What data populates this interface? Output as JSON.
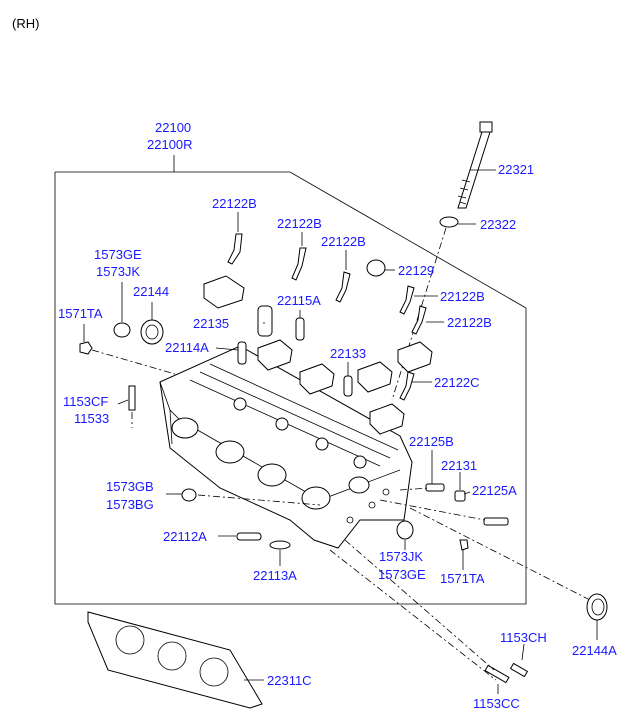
{
  "header": {
    "side": "(RH)"
  },
  "labels": {
    "p22100": "22100",
    "p22100R": "22100R",
    "p22321": "22321",
    "p22322": "22322",
    "p22122B_1": "22122B",
    "p22122B_2": "22122B",
    "p22122B_3": "22122B",
    "p22122B_4": "22122B",
    "p22122B_5": "22122B",
    "p22122C": "22122C",
    "p22129": "22129",
    "p1573GE": "1573GE",
    "p1573JK": "1573JK",
    "p22144": "22144",
    "p1571TA_left": "1571TA",
    "p22135": "22135",
    "p22115A": "22115A",
    "p22114A": "22114A",
    "p22133": "22133",
    "p1153CF": "1153CF",
    "p11533": "11533",
    "p22125B": "22125B",
    "p22131": "22131",
    "p22125A": "22125A",
    "p1573GB": "1573GB",
    "p1573BG": "1573BG",
    "p22112A": "22112A",
    "p22113A": "22113A",
    "p1573JK_b": "1573JK",
    "p1573GE_b": "1573GE",
    "p1571TA_right": "1571TA",
    "p22144A": "22144A",
    "p1153CH": "1153CH",
    "p1153CC": "1153CC",
    "p22311C": "22311C"
  },
  "colors": {
    "label": "#1a1aff",
    "line": "#000000"
  }
}
